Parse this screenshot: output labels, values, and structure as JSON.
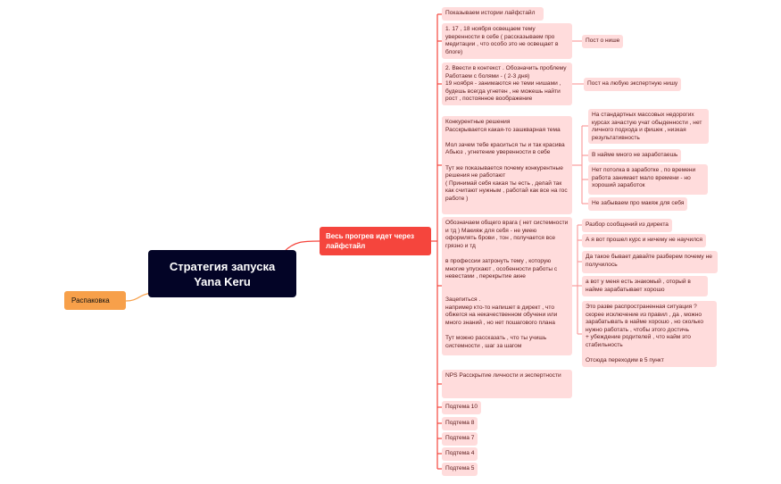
{
  "root": {
    "title": "Стратегия запуска\nYana Keru"
  },
  "left_branch": {
    "label": "Распаковка",
    "color": "#f7a04a"
  },
  "main_branch": {
    "label": "Весь прогрев идет через лайфстайл",
    "color": "#f5453d"
  },
  "topics": [
    {
      "text": "Показываем истории лайфстайл"
    },
    {
      "text": "1. 17 , 18 ноября освещаем тему уверенности в себе ( рассказываем про медитации , что особо это не освещает в блоге)",
      "children": [
        "Пост о нише"
      ]
    },
    {
      "text": "2. Ввести в контекст . Обозначить проблему Работаем с болями - ( 2-3 дня)\n19 ноября - занимаются не теми нишами , будешь всегда угнетен , не можешь найти рост , постоянное вообрaжение",
      "children": [
        "Пост на любую экспертную нишу"
      ]
    },
    {
      "text": "Конкурентные решения\nРасскрывается какая-то зашкварная тема\n\nМол зачем тебе краситься ты и так красива\nАбьюз , угнетение уверенности в себе\n\nТут же показывается почему конкурентные решения не работают\n( Принимай себя какая ты есть , делай так как считают нужным , работай как все на гос работе )",
      "children": [
        "На стандартных массовых недорогих курсах зачастую учат обыденности , нет личного подхода и фишек , низкая результативность",
        "В найме много не заработаешь",
        "Нет потолка в заработке , по времени работа занимает мало времени - но хороший заработок",
        "Не забываем про макяж для себя"
      ]
    },
    {
      "text": "Обозначаем общего врага ( нет системности и тд ) Макияж для себя - не умею оформлять брови , тон , получается все грязно и тд\n\nв профессии затронуть тему , которую многие упускают , особенности работы с невестами , перекрытие акне\n\n\nЗацепиться .\nнапример кто-то напишет в директ , что обжегся на некачественном обучени или много знаний , но нет пошагового плана\n\nТут можно рассказать , что ты учишь системности , шаг за шагом",
      "children": [
        "Разбор сообщений из директа",
        "А я вот прошел курс и ничему не научился",
        "Да такое бывает давайте разберем почему не получилось",
        "а вот у меня есть знакомый , оторый в найме зарабатывает хорошо",
        "Это разве распространенная ситуация ? скорее исключение из правил , да , можно зарабатывать в найме хорошо , но сколько нужно работать , чтобы этого достичь\n+ убеждение родителей , что найм это стабильность\n\nОтсюда переходим в 5 пункт"
      ]
    },
    {
      "text": "NPS Расскрытие личности и экспертности"
    },
    {
      "text": "Подтема 10"
    },
    {
      "text": "Подтема 8"
    },
    {
      "text": "Подтема 7"
    },
    {
      "text": "Подтема 4"
    },
    {
      "text": "Подтема 5"
    }
  ]
}
